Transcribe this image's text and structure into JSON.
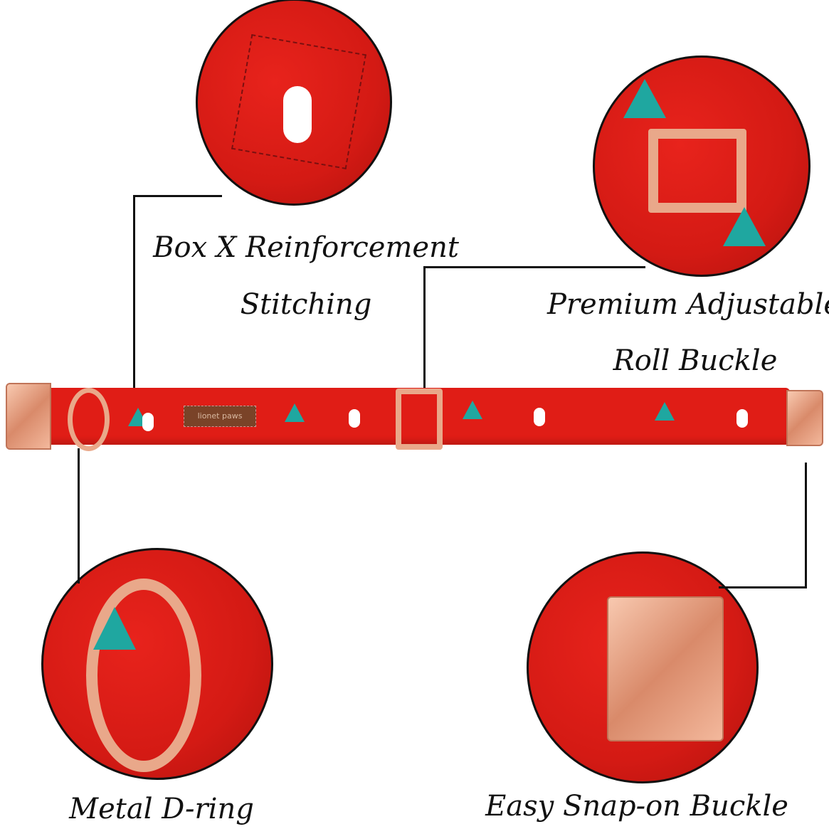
{
  "labels": {
    "stitching_line1": "Box X Reinforcement",
    "stitching_line2": "Stitching",
    "roll_buckle_line1": "Premium Adjustable",
    "roll_buckle_line2": "Roll Buckle",
    "d_ring": "Metal D-ring",
    "snap_buckle": "Easy Snap-on Buckle"
  },
  "logo": "lionet paws",
  "colors": {
    "fabric": "#e01d16",
    "accent_teal": "#1fa7a0",
    "metal": "#e9a88a",
    "line": "#111111"
  }
}
